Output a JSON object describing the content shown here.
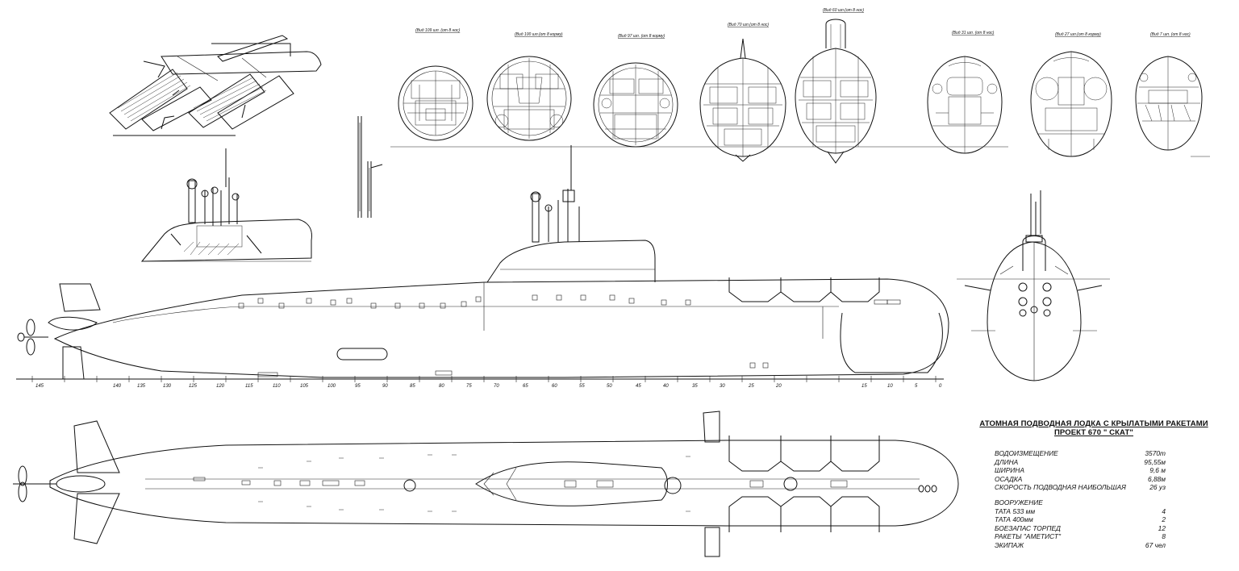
{
  "title": {
    "line1": "АТОМНАЯ ПОДВОДНАЯ ЛОДКА С КРЫЛАТЫМИ РАКЕТАМИ",
    "line2": "ПРОЕКТ 670 \" СКАТ\""
  },
  "specs": [
    {
      "label": "ВОДОИЗМЕЩЕНИЕ",
      "value": "3570т"
    },
    {
      "label": "ДЛИНА",
      "value": "95,55м"
    },
    {
      "label": "ШИРИНА",
      "value": "9,6 м"
    },
    {
      "label": "ОСАДКА",
      "value": "6,88м"
    },
    {
      "label": "СКОРОСТЬ ПОДВОДНАЯ НАИБОЛЬШАЯ",
      "value": "26 уз"
    }
  ],
  "armament_heading": "ВООРУЖЕНИЕ",
  "armament": [
    {
      "label": "ТАТА 533 мм",
      "value": "4"
    },
    {
      "label": "ТАТА 400мм",
      "value": "2"
    },
    {
      "label": "БОЕЗАПАС ТОРПЕД",
      "value": "12"
    },
    {
      "label": "РАКЕТЫ \"АМЕТИСТ\"",
      "value": "8"
    },
    {
      "label": "ЭКИПАЖ",
      "value": "67 чел"
    }
  ],
  "section_labels": [
    "(Вид 109 шп. (от 8 нос)",
    "(Вид 100 шп.(от 8 корму)",
    "(Вид 97 шп. (от 8 корму)",
    "(Вид 70 шп.(от 8 нос)",
    "(Вид 60 шп.(от 8 нос)",
    "(Вид 31 шп. (от 8 нос)",
    "(Вид 27 шп.(от 8 корму)",
    "(Вид 7 шп. (от 8 нос)"
  ],
  "scale_marks": [
    "145",
    "140",
    "135",
    "130",
    "125",
    "120",
    "115",
    "110",
    "105",
    "100",
    "95",
    "90",
    "85",
    "80",
    "75",
    "70",
    "65",
    "60",
    "55",
    "50",
    "45",
    "40",
    "35",
    "30",
    "25",
    "20",
    "15",
    "10",
    "5",
    "0"
  ]
}
